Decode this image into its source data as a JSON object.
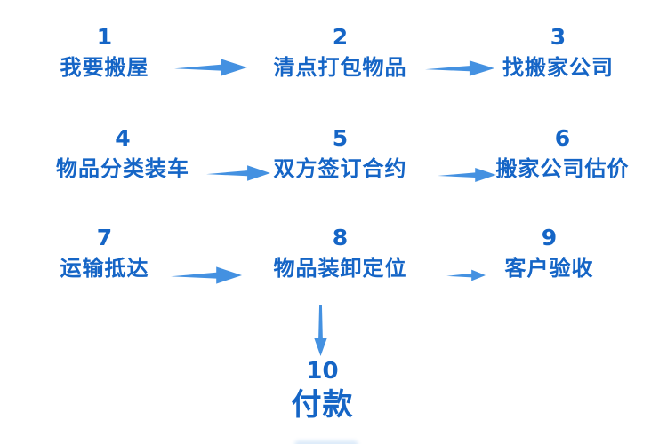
{
  "colors": {
    "text_blue": "#1565C6",
    "arrow_blue": "#4491E1",
    "background": "#FFFFFF"
  },
  "flow": {
    "steps": [
      {
        "number": "1",
        "label": "我要搬屋"
      },
      {
        "number": "2",
        "label": "清点打包物品"
      },
      {
        "number": "3",
        "label": "找搬家公司"
      },
      {
        "number": "4",
        "label": "物品分类装车"
      },
      {
        "number": "5",
        "label": "双方签订合约"
      },
      {
        "number": "6",
        "label": "搬家公司估价"
      },
      {
        "number": "7",
        "label": "运输抵达"
      },
      {
        "number": "8",
        "label": "物品装卸定位"
      },
      {
        "number": "9",
        "label": "客户验收"
      },
      {
        "number": "10",
        "label": "付款"
      }
    ],
    "connections": [
      {
        "from": "1",
        "to": "2",
        "direction": "right"
      },
      {
        "from": "2",
        "to": "3",
        "direction": "right"
      },
      {
        "from": "4",
        "to": "5",
        "direction": "right"
      },
      {
        "from": "5",
        "to": "6",
        "direction": "right"
      },
      {
        "from": "7",
        "to": "8",
        "direction": "right"
      },
      {
        "from": "8",
        "to": "9",
        "direction": "right"
      },
      {
        "from": "8",
        "to": "10",
        "direction": "down"
      }
    ]
  }
}
